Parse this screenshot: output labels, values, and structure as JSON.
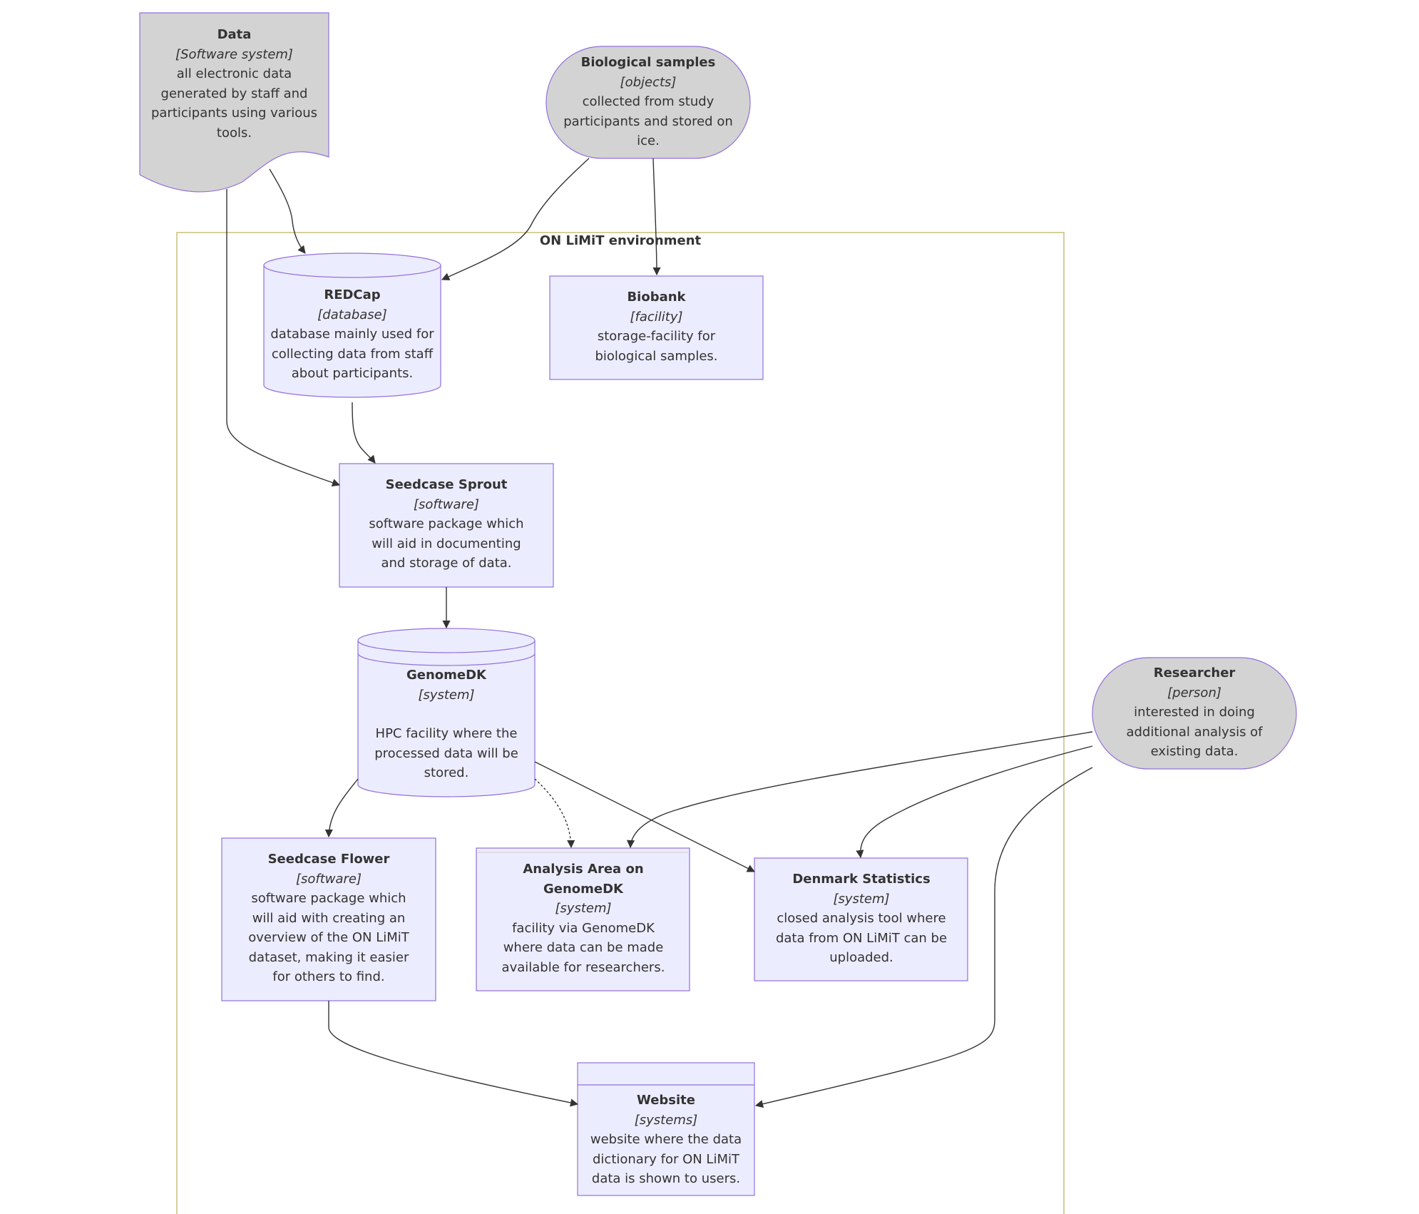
{
  "boundary": {
    "label": "ON LiMiT environment"
  },
  "nodes": {
    "data": {
      "title": "Data",
      "kind": "[Software system]",
      "desc": "all electronic data generated by staff and participants using various tools."
    },
    "bio": {
      "title": "Biological samples",
      "kind": "[objects]",
      "desc": "collected from study participants and stored on ice."
    },
    "redcap": {
      "title": "REDCap",
      "kind": "[database]",
      "desc": "database mainly used for collecting data from staff about participants."
    },
    "biobank": {
      "title": "Biobank",
      "kind": "[facility]",
      "desc": "storage-facility for biological samples."
    },
    "sprout": {
      "title": "Seedcase Sprout",
      "kind": "[software]",
      "desc": "software package which will aid in documenting and storage of data."
    },
    "genome": {
      "title": "GenomeDK",
      "kind": "[system]",
      "desc": "HPC facility where the processed data will be stored."
    },
    "flower": {
      "title": "Seedcase Flower",
      "kind": "[software]",
      "desc": "software package which will aid with creating an overview of the ON LiMiT dataset, making it easier for others to find."
    },
    "analysis": {
      "title": "Analysis Area on GenomeDK",
      "kind": "[system]",
      "desc": "facility via GenomeDK where data can be made available for researchers."
    },
    "dst": {
      "title": "Denmark Statistics",
      "kind": "[system]",
      "desc": "closed analysis tool where data from ON LiMiT can be uploaded."
    },
    "website": {
      "title": "Website",
      "kind": "[systems]",
      "desc": "website where the data dictionary for ON LiMiT data is shown to users."
    },
    "researcher": {
      "title": "Researcher",
      "kind": "[person]",
      "desc": "interested in doing additional analysis of existing data."
    }
  },
  "colors": {
    "node_fill": "#ECECFF",
    "node_stroke": "#9370DB",
    "external_fill": "#D3D3D3",
    "boundary_stroke": "#C8C07A",
    "edge": "#333333",
    "text": "#333333"
  }
}
